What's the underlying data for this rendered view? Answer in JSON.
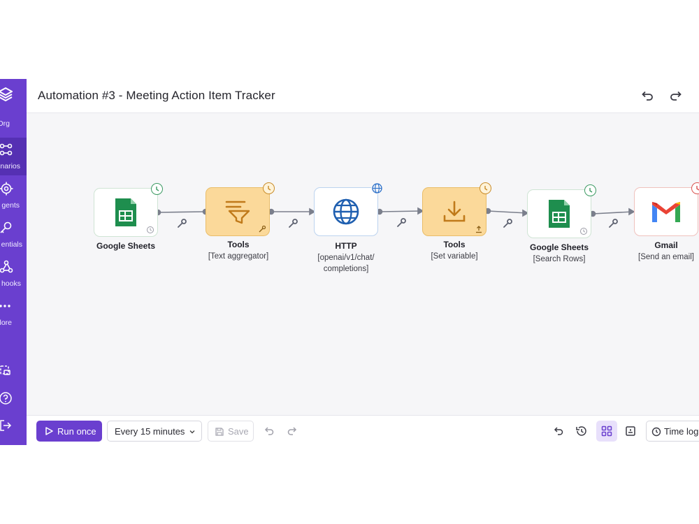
{
  "header": {
    "title": "Automation #3 - Meeting Action Item Tracker"
  },
  "sidebar": {
    "items": [
      {
        "label": "Org"
      },
      {
        "label": "narios",
        "active": true
      },
      {
        "label": "gents"
      },
      {
        "label": "entials"
      },
      {
        "label": "hooks"
      },
      {
        "label": "lore"
      }
    ]
  },
  "nodes": [
    {
      "title": "Google Sheets",
      "subtitle": ""
    },
    {
      "title": "Tools",
      "subtitle": "[Text aggregator]"
    },
    {
      "title": "HTTP",
      "subtitle": "[openai/v1/chat/ completions]"
    },
    {
      "title": "Tools",
      "subtitle": "[Set variable]"
    },
    {
      "title": "Google Sheets",
      "subtitle": "[Search Rows]"
    },
    {
      "title": "Gmail",
      "subtitle": "[Send an email]"
    }
  ],
  "footer": {
    "run_label": "Run once",
    "schedule_label": "Every 15 minutes",
    "save_label": "Save",
    "time_log_label": "Time log"
  },
  "colors": {
    "brand": "#6a3fcf",
    "sheets_green": "#1e8e4e",
    "tools_orange": "#fbd99a",
    "http_blue": "#1f5fb0",
    "gmail_red": "#ea4335",
    "schedule_badge": "#3b9a62"
  }
}
